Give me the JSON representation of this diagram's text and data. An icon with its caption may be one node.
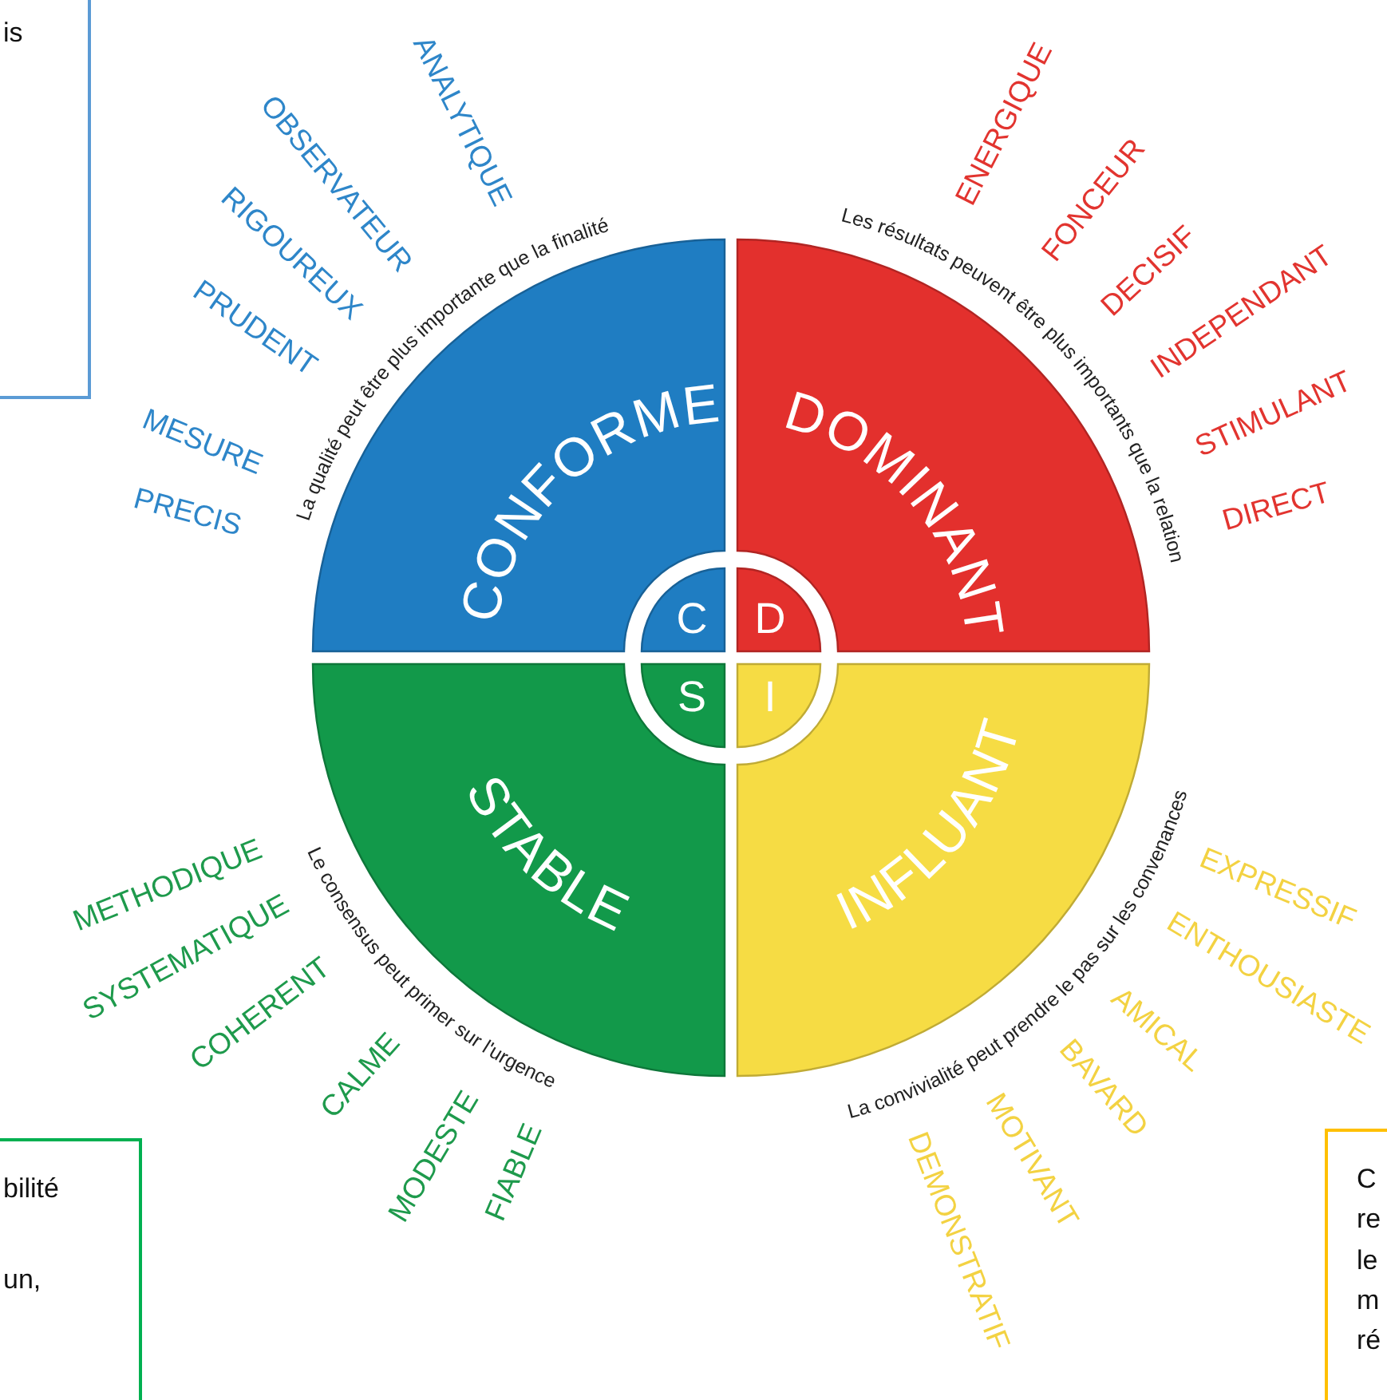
{
  "diagram": {
    "nodes": [
      {
        "text": [
          "CONFORME"
        ],
        "beside": [
          "La qualité peut être plus importante que la finalité",
          "ANALYTIQUE",
          "OBSERVATEUR",
          "RIGOUREUX",
          "PRUDENT",
          "MESURE",
          "PRECIS"
        ]
      },
      {
        "text": [
          "C"
        ],
        "in": 0
      },
      {
        "text": [
          "DOMINANT"
        ],
        "beside": [
          "Les résultats peuvent être plus importants que la relation",
          "ENERGIQUE",
          "FONCEUR",
          "DECISIF",
          "INDEPENDANT",
          "STIMULANT",
          "DIRECT"
        ]
      },
      {
        "text": [
          "D"
        ],
        "in": 2
      },
      {
        "text": [
          "STABLE"
        ],
        "beside": [
          "Le consensus peut primer sur l'urgence",
          "METHODIQUE",
          "SYSTEMATIQUE",
          "COHERENT",
          "CALME",
          "MODESTE",
          "FIABLE"
        ]
      },
      {
        "text": [
          "S"
        ],
        "in": 4
      },
      {
        "text": [
          "INFLUANT"
        ],
        "beside": [
          "La convivialité peut prendre le pas sur les convenances",
          "EXPRESSIF",
          "ENTHOUSIASTE",
          "AMICAL",
          "BAVARD",
          "MOTIVANT",
          "DEMONSTRATIF"
        ]
      },
      {
        "text": [
          "I"
        ],
        "in": 6
      },
      {
        "text": [
          "is"
        ]
      },
      {
        "text": [
          "bilité un,"
        ]
      },
      {
        "text": [
          "C re le m ré"
        ]
      }
    ]
  }
}
